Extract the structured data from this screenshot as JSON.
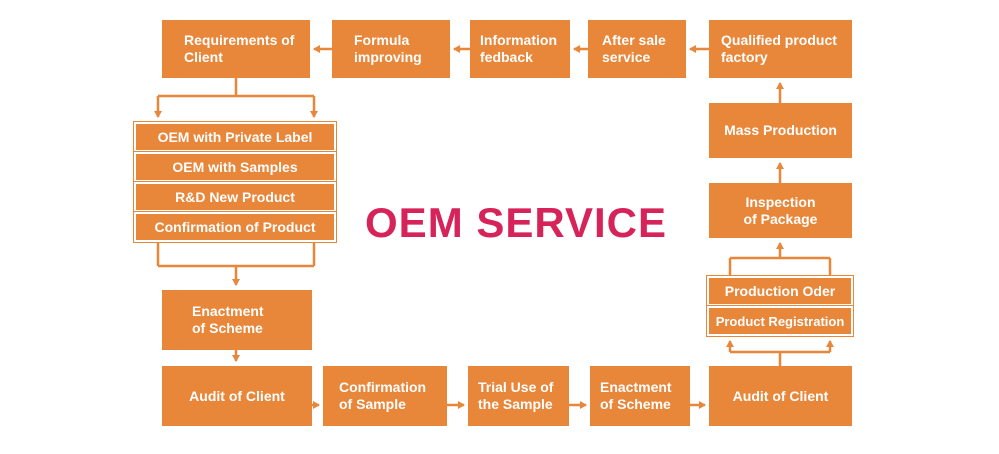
{
  "title": "OEM SERVICE",
  "colors": {
    "box": "#e8863a",
    "title": "#d6245b",
    "arrow": "#e8863a"
  },
  "top_row": {
    "requirements": "Requirements of\nClient",
    "formula": "Formula\nimproving",
    "information": "Information\nfedback",
    "after_sale": "After sale\nservice",
    "qualified": "Qualified product\nfactory"
  },
  "left_stack": [
    "OEM with Private Label",
    "OEM with Samples",
    "R&D New Product",
    "Confirmation of Product"
  ],
  "left_enactment": "Enactment\nof Scheme",
  "bottom_row": {
    "audit_left": "Audit of Client",
    "confirmation_sample": "Confirmation\nof Sample",
    "trial_use": "Trial Use of\nthe Sample",
    "enactment": "Enactment\nof Scheme",
    "audit_right": "Audit of Client"
  },
  "right_column": {
    "mass_production": "Mass Production",
    "inspection": "Inspection\nof Package",
    "production_order": "Production Oder",
    "product_registration": "Product Registration"
  }
}
